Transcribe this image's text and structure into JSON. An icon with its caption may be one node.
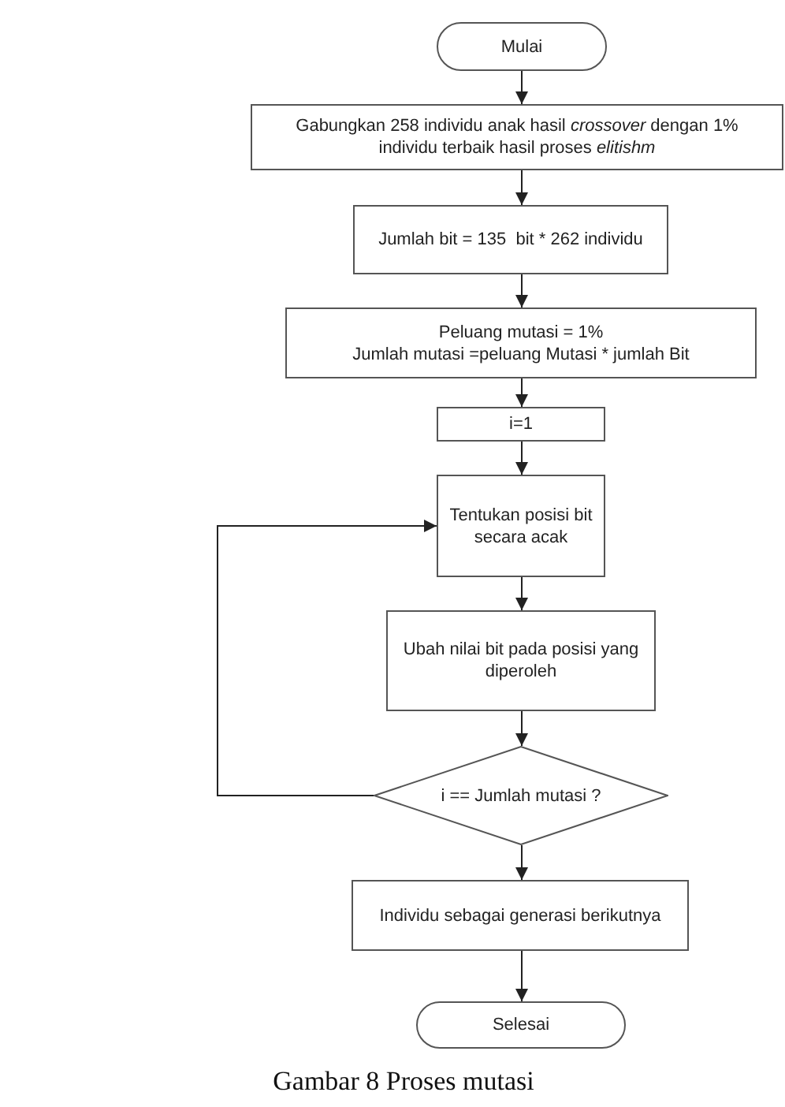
{
  "diagram": {
    "caption": "Gambar 8 Proses mutasi",
    "nodes": [
      {
        "text": [
          "Mulai"
        ]
      },
      {
        "text": [
          "Gabungkan 258 individu anak hasil *crossover* dengan 1% individu terbaik hasil proses *elitishm*"
        ]
      },
      {
        "text": [
          "Jumlah bit = 135  bit * 262 individu"
        ]
      },
      {
        "text": [
          "Peluang mutasi = 1%",
          "Jumlah mutasi =peluang Mutasi * jumlah Bit"
        ]
      },
      {
        "text": [
          "i=1"
        ]
      },
      {
        "text": [
          "Tentukan posisi bit secara acak"
        ]
      },
      {
        "text": [
          "Ubah nilai bit pada posisi yang diperoleh"
        ]
      },
      {
        "text": [
          "i == Jumlah mutasi ?"
        ]
      },
      {
        "text": [
          "Individu sebagai generasi berikutnya"
        ]
      },
      {
        "text": [
          "Selesai"
        ]
      }
    ],
    "edges": [
      {
        "from": 0,
        "to": 1,
        "arrow": "to"
      },
      {
        "from": 1,
        "to": 2,
        "arrow": "to"
      },
      {
        "from": 2,
        "to": 3,
        "arrow": "to"
      },
      {
        "from": 3,
        "to": 4,
        "arrow": "to"
      },
      {
        "from": 4,
        "to": 5,
        "arrow": "to"
      },
      {
        "from": 5,
        "to": 6,
        "arrow": "to"
      },
      {
        "from": 6,
        "to": 7,
        "arrow": "to"
      },
      {
        "from": 7,
        "to": 5,
        "arrow": "to"
      },
      {
        "from": 7,
        "to": 8,
        "arrow": "to"
      },
      {
        "from": 8,
        "to": 9,
        "arrow": "to"
      }
    ]
  }
}
